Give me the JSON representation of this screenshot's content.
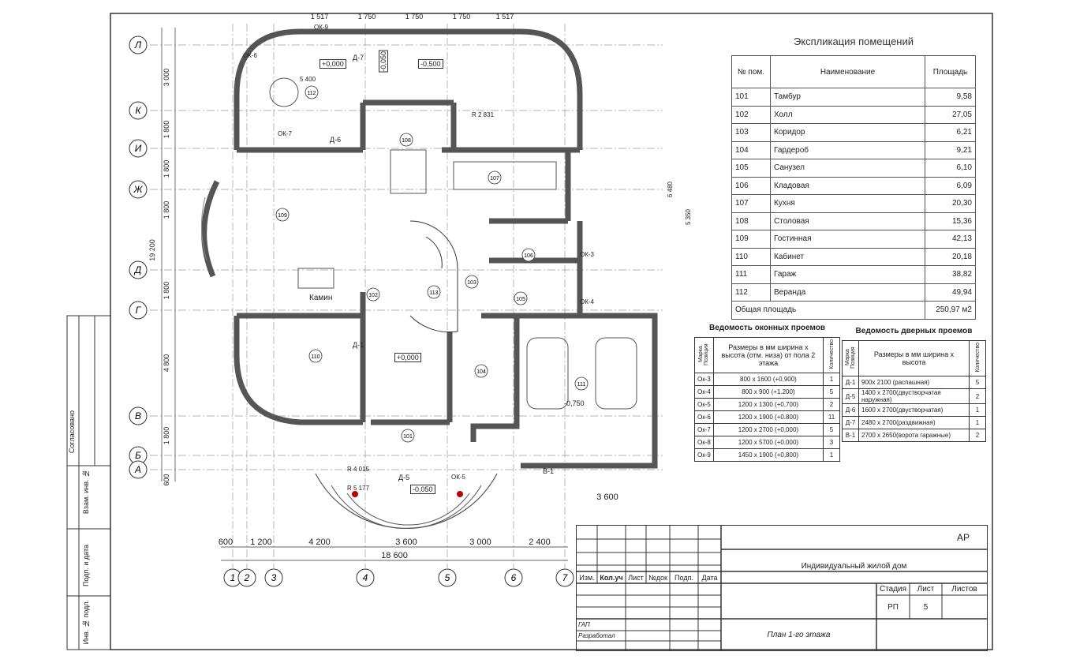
{
  "explication": {
    "title": "Экспликация помещений",
    "headers": [
      "№ пом.",
      "Наименование",
      "Площадь"
    ],
    "rows": [
      [
        "101",
        "Тамбур",
        "9,58"
      ],
      [
        "102",
        "Холл",
        "27,05"
      ],
      [
        "103",
        "Коридор",
        "6,21"
      ],
      [
        "104",
        "Гардероб",
        "9,21"
      ],
      [
        "105",
        "Санузел",
        "6,10"
      ],
      [
        "106",
        "Кладовая",
        "6,09"
      ],
      [
        "107",
        "Кухня",
        "20,30"
      ],
      [
        "108",
        "Столовая",
        "15,36"
      ],
      [
        "109",
        "Гостинная",
        "42,13"
      ],
      [
        "110",
        "Кабинет",
        "20,18"
      ],
      [
        "111",
        "Гараж",
        "38,82"
      ],
      [
        "112",
        "Веранда",
        "49,94"
      ]
    ],
    "total_label": "Общая площадь",
    "total_value": "250,97 м2"
  },
  "windows": {
    "title": "Ведомость оконных проемов",
    "headers": [
      "Марка Позиция",
      "Размеры в мм ширина х высота (отм. низа) от пола 2 этажа",
      "Количество"
    ],
    "rows": [
      [
        "Ок-3",
        "800 х 1600 (+0,900)",
        "1"
      ],
      [
        "Ок-4",
        "800 х 900 (+1.200)",
        "5"
      ],
      [
        "Ок-5",
        "1200 х 1300 (+0,700)",
        "2"
      ],
      [
        "Ок-6",
        "1200 х 1900 (+0.800)",
        "11"
      ],
      [
        "Ок-7",
        "1200 х 2700 (+0,000)",
        "5"
      ],
      [
        "Ок-8",
        "1200 х 5700 (+0.000)",
        "3"
      ],
      [
        "Ок-9",
        "1450 х 1900 (+0,800)",
        "1"
      ]
    ]
  },
  "doors": {
    "title": "Ведомость дверных проемов",
    "headers": [
      "Марка Позиция",
      "Размеры в мм ширина х высота",
      "Количество"
    ],
    "rows": [
      [
        "Д-1",
        "900х 2100 (распашная)",
        "5"
      ],
      [
        "Д-5",
        "1400 х 2700(двустворчатая наружная)",
        "2"
      ],
      [
        "Д-6",
        "1600 х 2700(двустворчатая)",
        "1"
      ],
      [
        "Д-7",
        "2480 х 2700(раздвижная)",
        "1"
      ],
      [
        "В-1",
        "2700 х 2650(ворота гаражные)",
        "2"
      ]
    ]
  },
  "title_block": {
    "code": "АР",
    "project": "Индивидуальный жилой дом",
    "columns": [
      "Изм.",
      "Кол.уч",
      "Лист",
      "№док",
      "Подп.",
      "Дата"
    ],
    "roles": [
      "ГАП",
      "Разработал"
    ],
    "stage_label": "Стадия",
    "sheet_label": "Лист",
    "sheets_label": "Листов",
    "stage": "РП",
    "sheet": "5",
    "sheet_title": "План 1-го этажа"
  },
  "side_stamps": [
    "Согласовано",
    "Взам. инв. №",
    "Подп. и дата",
    "Инв. № подл."
  ],
  "plan": {
    "row_axes": [
      {
        "label": "Л"
      },
      {
        "label": "К"
      },
      {
        "label": "И"
      },
      {
        "label": "Ж"
      },
      {
        "label": "Д"
      },
      {
        "label": "Г"
      },
      {
        "label": "В"
      },
      {
        "label": "Б"
      },
      {
        "label": "А"
      }
    ],
    "col_axes": [
      "1",
      "2",
      "3",
      "4",
      "5",
      "6",
      "7"
    ],
    "top_dims": [
      "1 517",
      "1 750",
      "1 750",
      "1 750",
      "1 517"
    ],
    "left_dims": [
      "3 000",
      "1 800",
      "1 800",
      "1 800",
      "19 200",
      "1 800",
      "4 800",
      "1 800",
      "600"
    ],
    "bottom_dims": [
      "600",
      "1 200",
      "4 200",
      "3 600",
      "3 000",
      "2 400"
    ],
    "bottom_total": "18 600",
    "bottom_sub_dims": [
      "3 600"
    ],
    "rooms": [
      "112",
      "108",
      "107",
      "109",
      "106",
      "103",
      "102",
      "113",
      "105",
      "110",
      "104",
      "111",
      "101"
    ],
    "levels": [
      "+0,000",
      "-0,050",
      "-0,500",
      "+0,000",
      "-0,750",
      "-0,050"
    ],
    "labels": [
      "Камин",
      "ОК-9",
      "ОК-6",
      "ОК-7",
      "ОК-4",
      "ОК-3",
      "ОК-5",
      "Д-7",
      "Д-6",
      "Д-1",
      "Д-5",
      "В-1",
      "R 2 831",
      "R 4 015",
      "R 5 177",
      "5 400",
      "6 480",
      "5 350"
    ]
  }
}
